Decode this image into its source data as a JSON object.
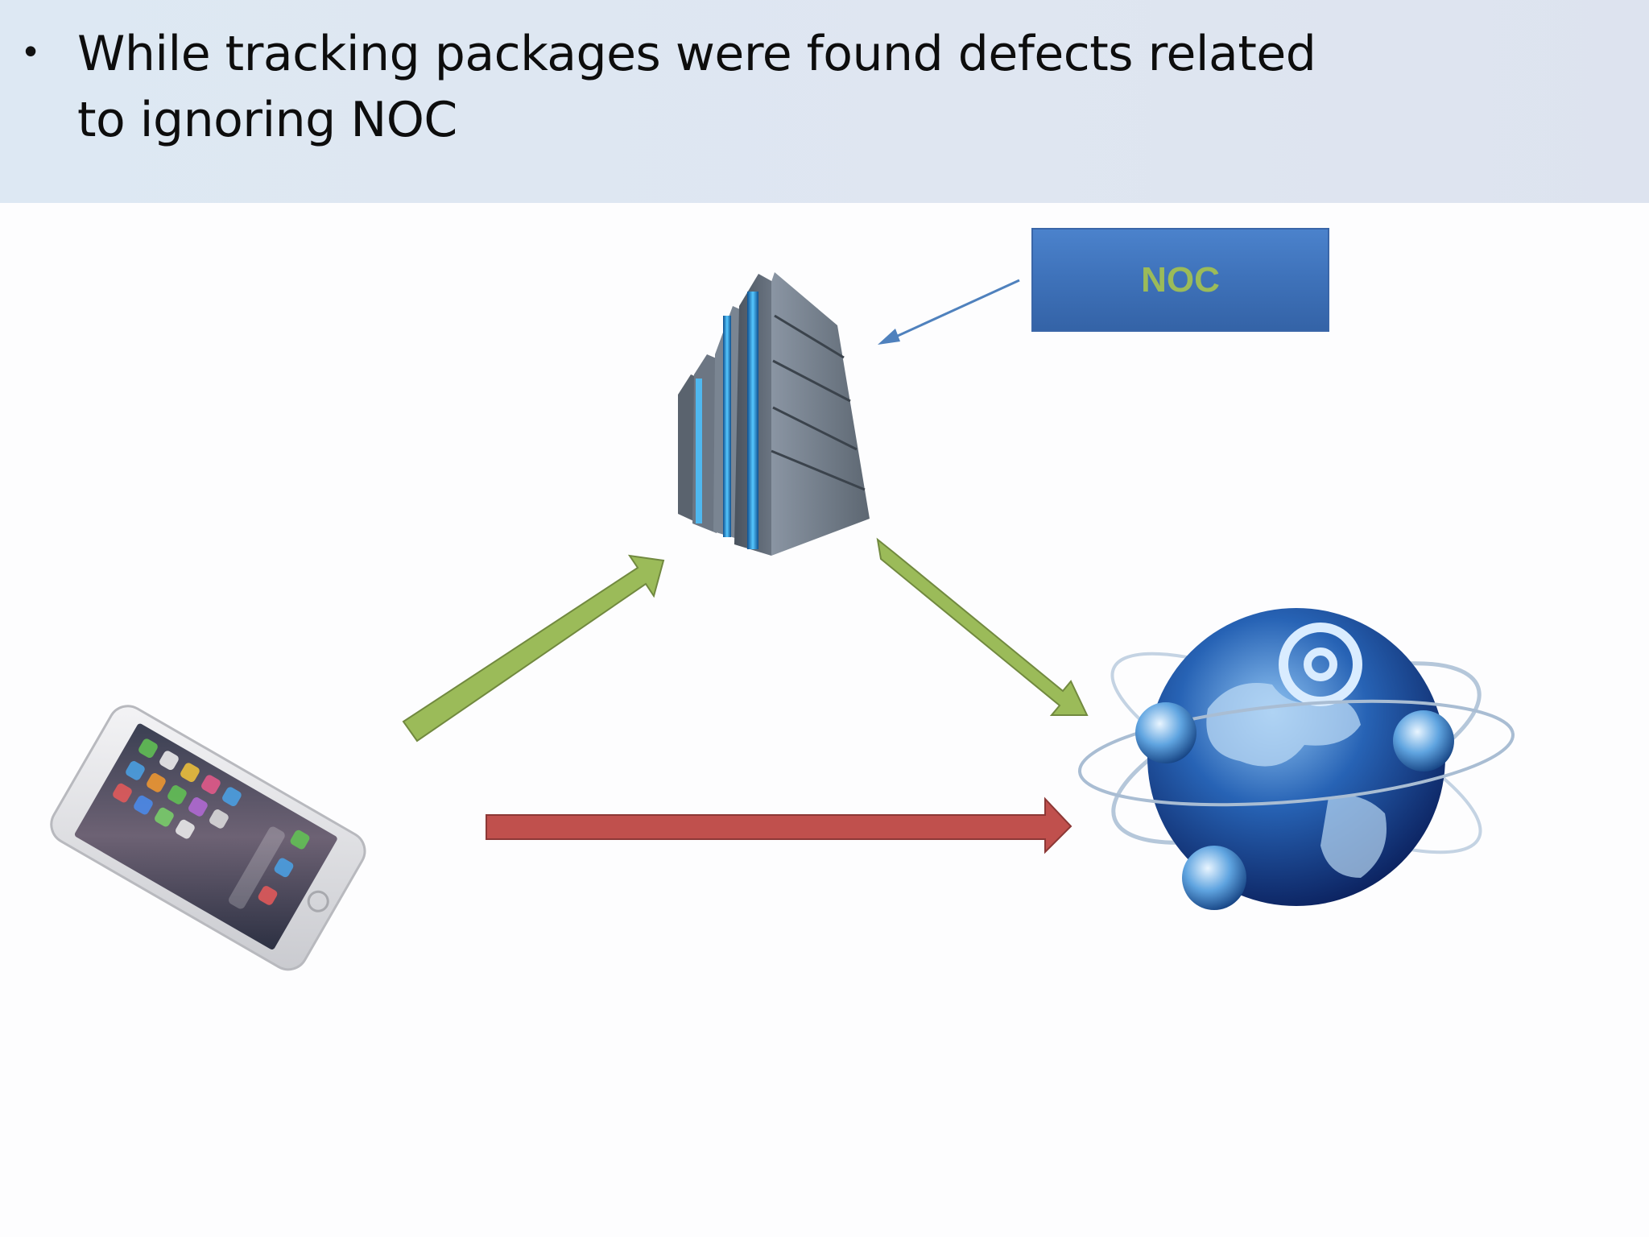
{
  "slide": {
    "bullet_symbol": "•",
    "bullet_text": "While tracking packages were found defects related to ignoring NOC"
  },
  "diagram": {
    "noc_box": {
      "label": "NOC",
      "fill": "#3f73bb",
      "text_color": "#9bbb59"
    },
    "nodes": [
      {
        "id": "smartphone",
        "icon": "smartphone-icon"
      },
      {
        "id": "server",
        "icon": "server-tower-icon"
      },
      {
        "id": "internet",
        "icon": "internet-globe-icon"
      }
    ],
    "arrows": [
      {
        "from": "noc",
        "to": "server",
        "color": "#4f81bd"
      },
      {
        "from": "smartphone",
        "to": "server",
        "color": "#9bbb59"
      },
      {
        "from": "server",
        "to": "internet",
        "color": "#9bbb59"
      },
      {
        "from": "smartphone",
        "to": "internet",
        "color": "#c0504d"
      }
    ]
  }
}
